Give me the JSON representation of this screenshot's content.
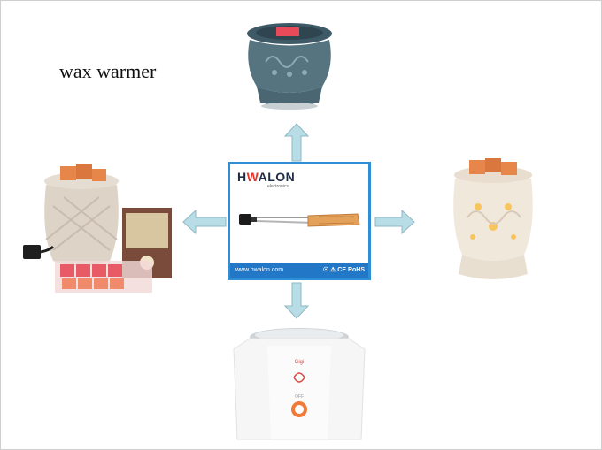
{
  "caption": "wax warmer",
  "card": {
    "brand_prefix": "H",
    "brand_o": "W",
    "brand_rest": "ALON",
    "brand_sub": "electronics",
    "url": "www.hwalon.com",
    "certs": "☉ ⚠ CE RoHS"
  },
  "heater_label": "",
  "colors": {
    "arrow": "#b9dde6",
    "arrow_stroke": "#8fb8c4",
    "card_border": "#2f8fd6",
    "footbar": "#2277c7",
    "wax": "#e7864b",
    "pink_wax": "#e85a66"
  },
  "products": {
    "top": "blue-ceramic-warmer",
    "left": "lattice-warmer-with-wax-pack",
    "right": "cream-ceramic-warmer",
    "bottom": "white-wax-pot"
  },
  "pot_labels": {
    "brand": "Gigi",
    "switch": "OFF"
  }
}
